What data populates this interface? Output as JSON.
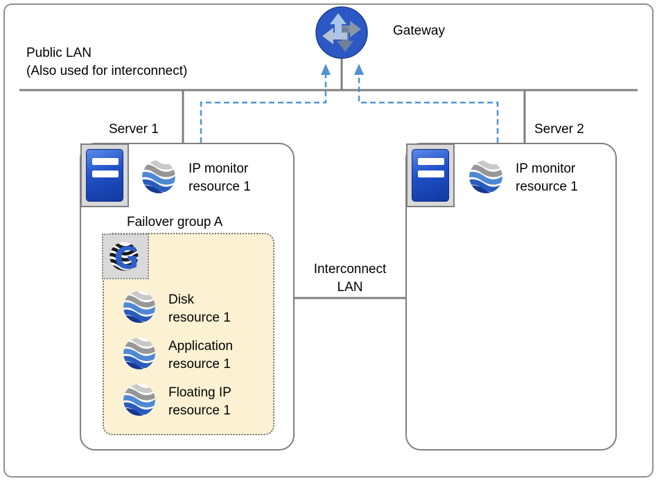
{
  "gateway": {
    "label": "Gateway"
  },
  "public_lan": {
    "label": "Public LAN\n(Also used for interconnect)"
  },
  "interconnect_lan": {
    "label": "Interconnect\nLAN"
  },
  "server1": {
    "label": "Server 1",
    "ip_monitor": {
      "label": "IP monitor\nresource 1"
    },
    "failover_group": {
      "label": "Failover group A",
      "resources": [
        {
          "label": "Disk\nresource 1"
        },
        {
          "label": "Application\nresource 1"
        },
        {
          "label": "Floating IP\nresource 1"
        }
      ]
    }
  },
  "server2": {
    "label": "Server 2",
    "ip_monitor": {
      "label": "IP monitor\nresource 1"
    }
  },
  "icons": {
    "gateway": "router-icon",
    "server": "server-icon",
    "resource": "globe-wave-icon",
    "cluster": "cluster-g-icon"
  },
  "colors": {
    "line": "#7f7f7f",
    "monitor_arrow": "#4f93d2",
    "group_fill": "#fcf2d3",
    "gateway_blue": "#2b58c4",
    "server_blue": "#1d4fc0"
  }
}
